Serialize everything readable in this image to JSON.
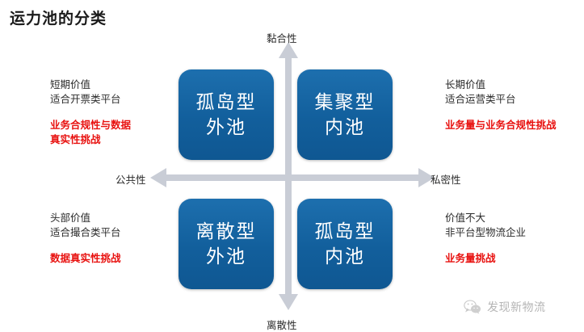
{
  "title": "运力池的分类",
  "axes": {
    "top": "黏合性",
    "bottom": "离散性",
    "left": "公共性",
    "right": "私密性"
  },
  "quadrants": [
    {
      "id": "top-left",
      "line1": "孤岛型",
      "line2": "外池"
    },
    {
      "id": "top-right",
      "line1": "集聚型",
      "line2": "内池"
    },
    {
      "id": "bottom-left",
      "line1": "离散型",
      "line2": "外池"
    },
    {
      "id": "bottom-right",
      "line1": "孤岛型",
      "line2": "内池"
    }
  ],
  "notes": {
    "top_left": {
      "plain1": "短期价值",
      "plain2": "适合开票类平台",
      "highlight1": "业务合规性与数据",
      "highlight2": "真实性挑战"
    },
    "bottom_left": {
      "plain1": "头部价值",
      "plain2": "适合撮合类平台",
      "highlight1": "数据真实性挑战",
      "highlight2": ""
    },
    "top_right": {
      "plain1": "长期价值",
      "plain2": "适合运营类平台",
      "highlight1": "业务量与业务合规性挑战",
      "highlight2": ""
    },
    "bottom_right": {
      "plain1": "价值不大",
      "plain2": "非平台型物流企业",
      "highlight1": "业务量挑战",
      "highlight2": ""
    }
  },
  "watermark": {
    "text": "发现新物流",
    "icon": "wechat-icon"
  },
  "colors": {
    "box_blue": "#125f9c",
    "highlight_red": "#e8110f",
    "arrow_gray": "#c9cdd6",
    "title_black": "#1a1a1a"
  }
}
